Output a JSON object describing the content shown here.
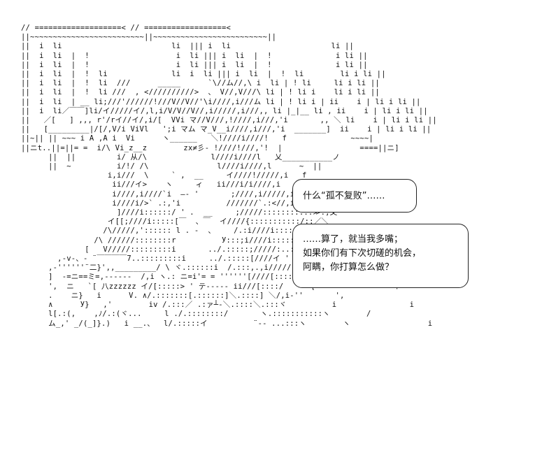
{
  "ascii_art": "// ===================< // ==================<\n||~~~~~~~~~~~~~~~~~~~~~~~~~||~~~~~~~~~~~~~~~~~~~~~~~~~||\n||  i  li                        li  ||| i  li                      li ||\n||  i  li  |  !                   i  li ||| i  li  |  !              i li ||\n||  i  li  |  !                   i  li ||| i  li  |  !              i li ||\n||  i  li  |  !  li              li  i  li ||| i  li  |  !  li        li i li ||\n||  i  li  |  !  li  ///      _____      `\\//ム//,\\ i  li | ! li     li i li ||\n||  i  li  |  !  li ///  , <//////////>  、 V//,V///\\ li | ! li i    li i li ||\n||  i  li  | __ li;///'//////!///V//V//'\\i////,i///ム li | ! li i | ii    i | li i li ||\n||  i  li／￣￣]li/イ/////イ/,l,i/V/V//V//,i/////,i///,, li |_|__ li , ii    i | li i li ||\n||   ／[   ] ,,, r'/rイ//イ/,i/[  VVi マ//V///,!////,i///,'i       ,, ＼ li    i | li i li ||\n||   [_________|/[/,V/i ViVl   ';i マム マ_V__i////,i///,'i  _______]  ii    i | li i li ||\n||~|| || ~~~ i A ,A i  Vi      ヽ______   ＼!////i////!   f              ~~~~|\n||ニt..||=||= =  i/\\ Vi_z__z        zx≠彡- !////!///,'!  |                 ====||ニ]\n      ||  ||         i/ 从/\\              l////i////l   乂___________ノ\n      ||  ~          i/!/ /\\               l////i////,l      ~  ||\n                   i,i///  \\     ` ,  __     イ////!/////,i   f\n                    ii///イ>    ヽ     ィ   ii///i/i////,i   |\n                    i////,i////`i  ―- '       ;////,i/////,i   |\n                    i////i/>` .:,'i          ///////`.:<//,i   |\n                     ]////i::::::/ ' .  __     ;/////:::::::::::≫.,乂\n                   イ[[;////i:::::[￣  、￣  イ////{:::::::::::/::／＼\n                  /\\/////,':::::: l . -  、    /.:i////i:::::::::／  .:／  /     v\n                /\\ //////::::::::r          У:::;i////i:::::::／ .::／  /\n              [   V/////:::::::::i       ../.:::::;/////:..:／ .:イ             {\n        ,-v-、- ¨￣￣￣￣7..:::::::::i     ../.:::::[////イ ' .:イ  /   /\n      ,-''''''¨二}',,_________/ \\ ヾ.::::::i  /.:::,.,i/////!イ.:/                 〈\n      ]  -=ニ==ミ=,------  /,i ヽ.: ニ=i'= = ''''''[////[::::/    V\n      ',  ニ   `[ 八zzzzzz イ/[:::::> ' テ-‐‐‐‐ ii///[::::/      [                 イ\n      .    ニ}   i      V. ∧/.:::::::[.::::::]＼.::::] ＼/,i-''       ',\n      ∧      У}   ,'        iv /.:::／ .:ァ┴‐＼.::::＼.:::ヾ          i                i\n      l[.:(,    ,ﾉ/.:(ヾ...     l ./.::::::::/       ヽ.:::::::::::ヽ        /\n      ム_,' _/(_]}.)   i __.、  l/.:::::イ          ¨‐- ...:::ヽ        ヽ                 i",
  "bubbles": {
    "first": "什么“孤不复败”……",
    "second": [
      "……算了，就当我多嘴；",
      "如果你们有下次切磋的机会，",
      "阿瞒，你打算怎么做？"
    ]
  }
}
